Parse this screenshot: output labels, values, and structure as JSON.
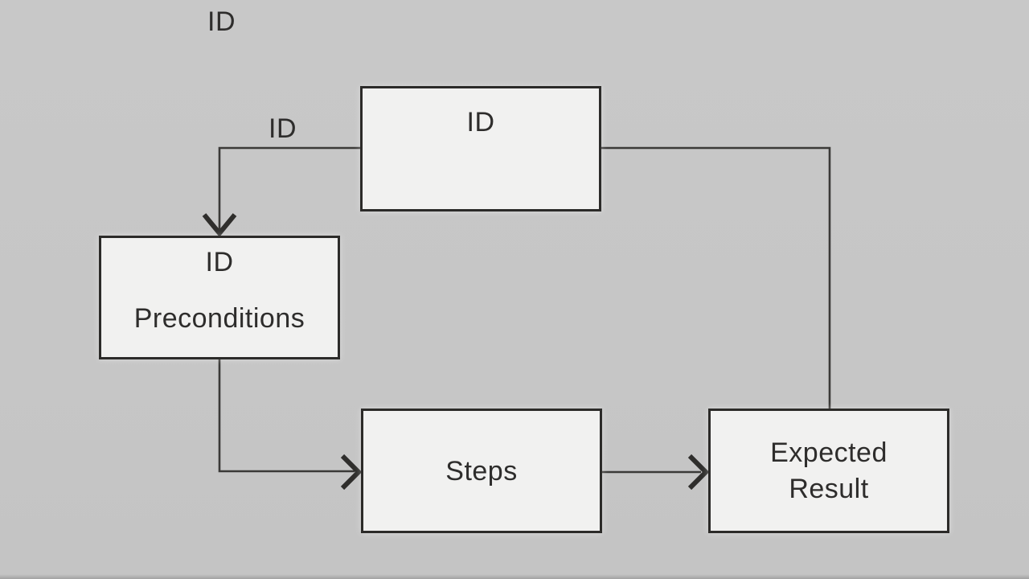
{
  "title": "ID",
  "colors": {
    "background": "#c6c6c6",
    "node_fill": "#f1f1f0",
    "node_border": "#2c2b29",
    "connector": "#3b3a38",
    "text": "#2e2d2c"
  },
  "diagram": {
    "edge_label": "ID",
    "nodes": {
      "top": {
        "label": "ID"
      },
      "preconditions": {
        "sublabel": "ID",
        "label": "Preconditions"
      },
      "steps": {
        "label": "Steps"
      },
      "expected": {
        "line1": "Expected",
        "line2": "Result"
      }
    },
    "connectors": [
      {
        "from": "top",
        "to": "preconditions",
        "label": "ID",
        "arrow": "down"
      },
      {
        "from": "preconditions",
        "to": "steps",
        "arrow": "right"
      },
      {
        "from": "steps",
        "to": "expected",
        "arrow": "right"
      },
      {
        "from": "top",
        "to": "expected",
        "arrow": "none"
      }
    ]
  }
}
